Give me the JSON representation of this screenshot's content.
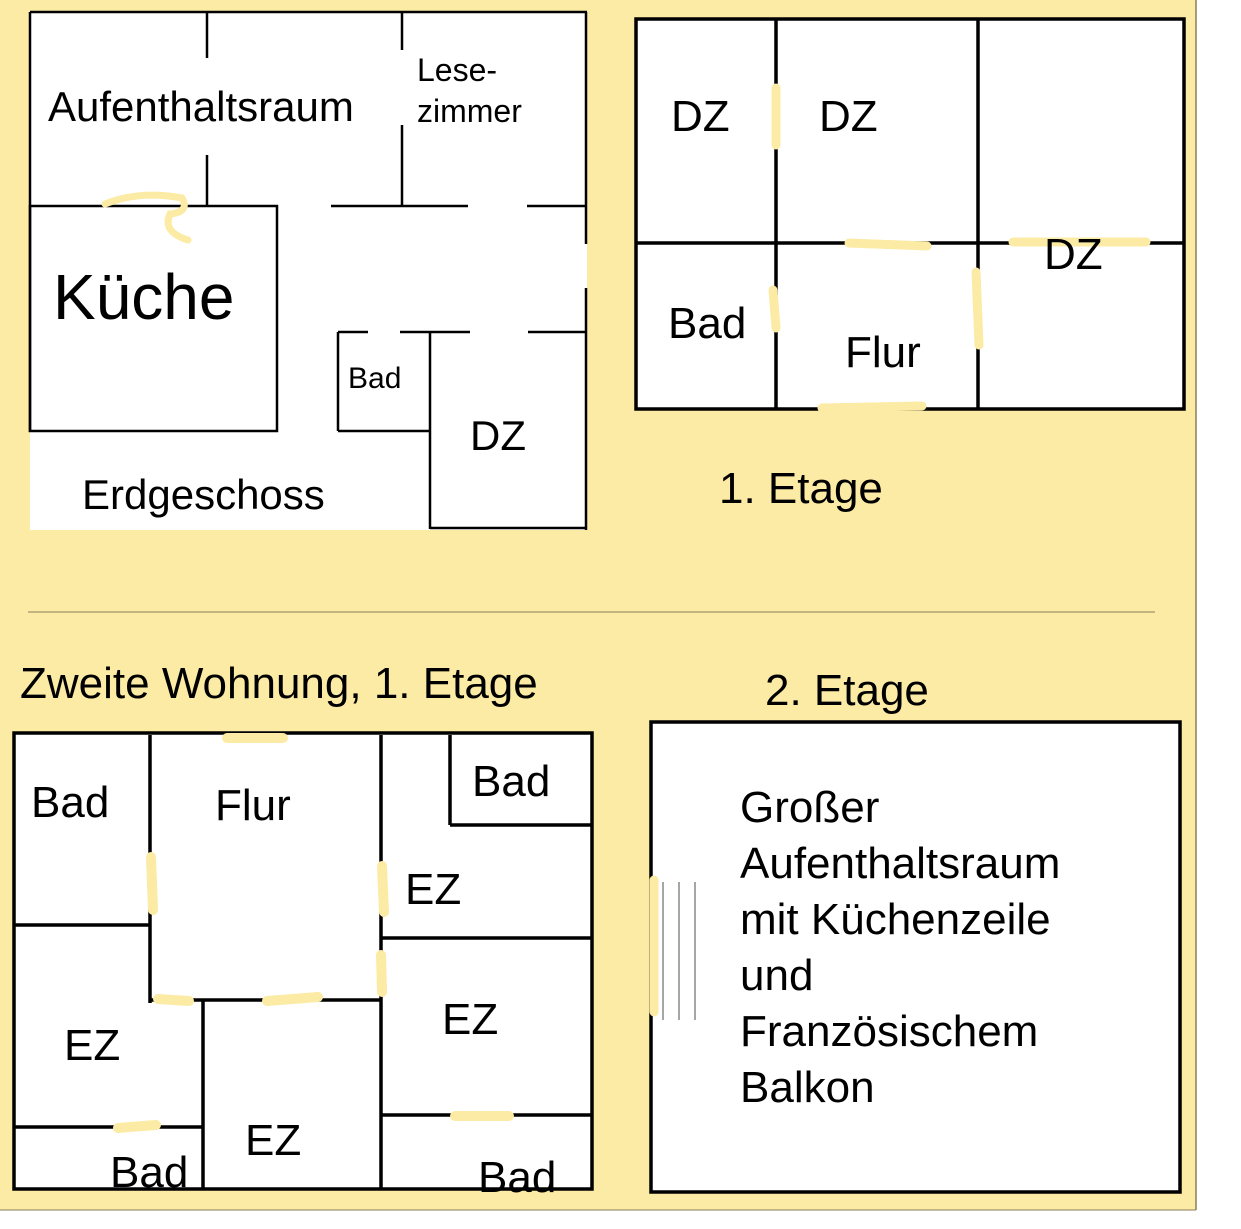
{
  "colors": {
    "background": "#FCEBA5",
    "room_fill": "#FFFFFF",
    "wall": "#000000",
    "door_mark": "#FCEBA5",
    "divider": "#8A7E5A"
  },
  "ground_floor": {
    "title": "Erdgeschoss",
    "rooms": {
      "aufenthaltsraum": "Aufenthaltsraum",
      "lesezimmer_line1": "Lese-",
      "lesezimmer_line2": "zimmer",
      "kueche": "Küche",
      "bad": "Bad",
      "dz": "DZ"
    }
  },
  "first_floor": {
    "title": "1. Etage",
    "rooms": {
      "dz_top_left": "DZ",
      "dz_top_middle": "DZ",
      "dz_right": "DZ",
      "bad": "Bad",
      "flur": "Flur"
    }
  },
  "second_apartment": {
    "title": "Zweite Wohnung, 1. Etage",
    "rooms": {
      "bad_top_left": "Bad",
      "flur": "Flur",
      "bad_top_right": "Bad",
      "ez_right_upper": "EZ",
      "ez_left": "EZ",
      "ez_right_lower": "EZ",
      "ez_bottom_middle": "EZ",
      "bad_bottom_left": "Bad",
      "bad_bottom_right": "Bad"
    }
  },
  "second_floor": {
    "title": "2. Etage",
    "description_lines": [
      "Großer",
      "Aufenthaltsraum",
      "mit Küchenzeile",
      "und",
      "Französischem",
      "Balkon"
    ]
  }
}
